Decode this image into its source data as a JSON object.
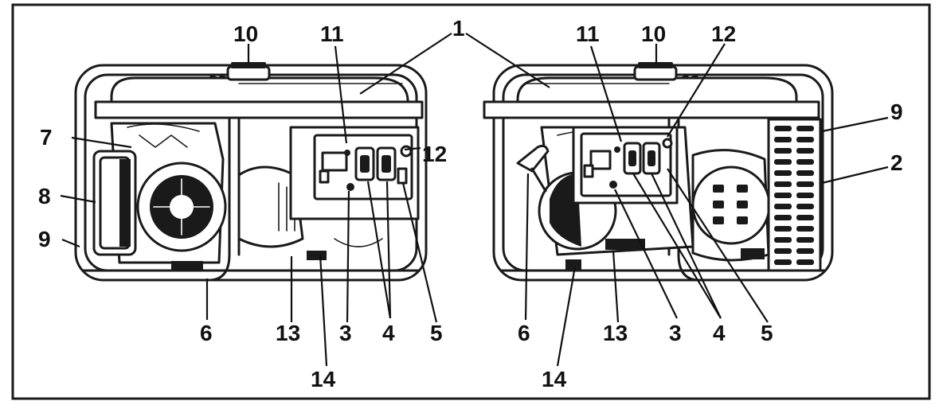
{
  "callouts": {
    "left": {
      "n1": "1",
      "n3": "3",
      "n4": "4",
      "n5": "5",
      "n6": "6",
      "n7": "7",
      "n8": "8",
      "n9": "9",
      "n10": "10",
      "n11": "11",
      "n12": "12",
      "n13": "13",
      "n14": "14"
    },
    "right": {
      "n2": "2",
      "n3": "3",
      "n4": "4",
      "n5": "5",
      "n6": "6",
      "n9": "9",
      "n10": "10",
      "n11": "11",
      "n12": "12",
      "n13": "13",
      "n14": "14"
    }
  },
  "colors": {
    "line": "#1a1a1a",
    "background": "#ffffff"
  }
}
